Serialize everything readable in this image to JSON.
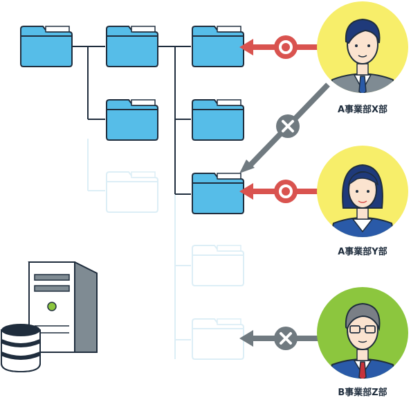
{
  "people": [
    {
      "label": "A事業部X部",
      "bg_color": "#f7ee6a",
      "tie_color": "#2a5aa8",
      "hair_color": "#1f3a7a",
      "glasses": false,
      "access": "allowed"
    },
    {
      "label": "A事業部Y部",
      "bg_color": "#f7ee6a",
      "tie_color": "#2a5aa8",
      "hair_color": "#1f3a7a",
      "glasses": false,
      "access": "allowed"
    },
    {
      "label": "B事業部Z部",
      "bg_color": "#8cc63e",
      "tie_color": "#c8333a",
      "hair_color": "#7a7f86",
      "glasses": true,
      "access": "denied"
    }
  ],
  "colors": {
    "folder_active": "#56bde8",
    "folder_outline": "#1f2d3d",
    "folder_faded": "#dceef6",
    "allowed_arrow": "#d9534f",
    "denied_arrow": "#707a80",
    "tree_line": "#1f2d3d",
    "server": "#ffffff"
  },
  "icons": {
    "allowed": "circle-o-icon",
    "denied": "cross-x-icon",
    "folder": "folder-icon",
    "server": "server-icon",
    "database": "database-icon"
  }
}
